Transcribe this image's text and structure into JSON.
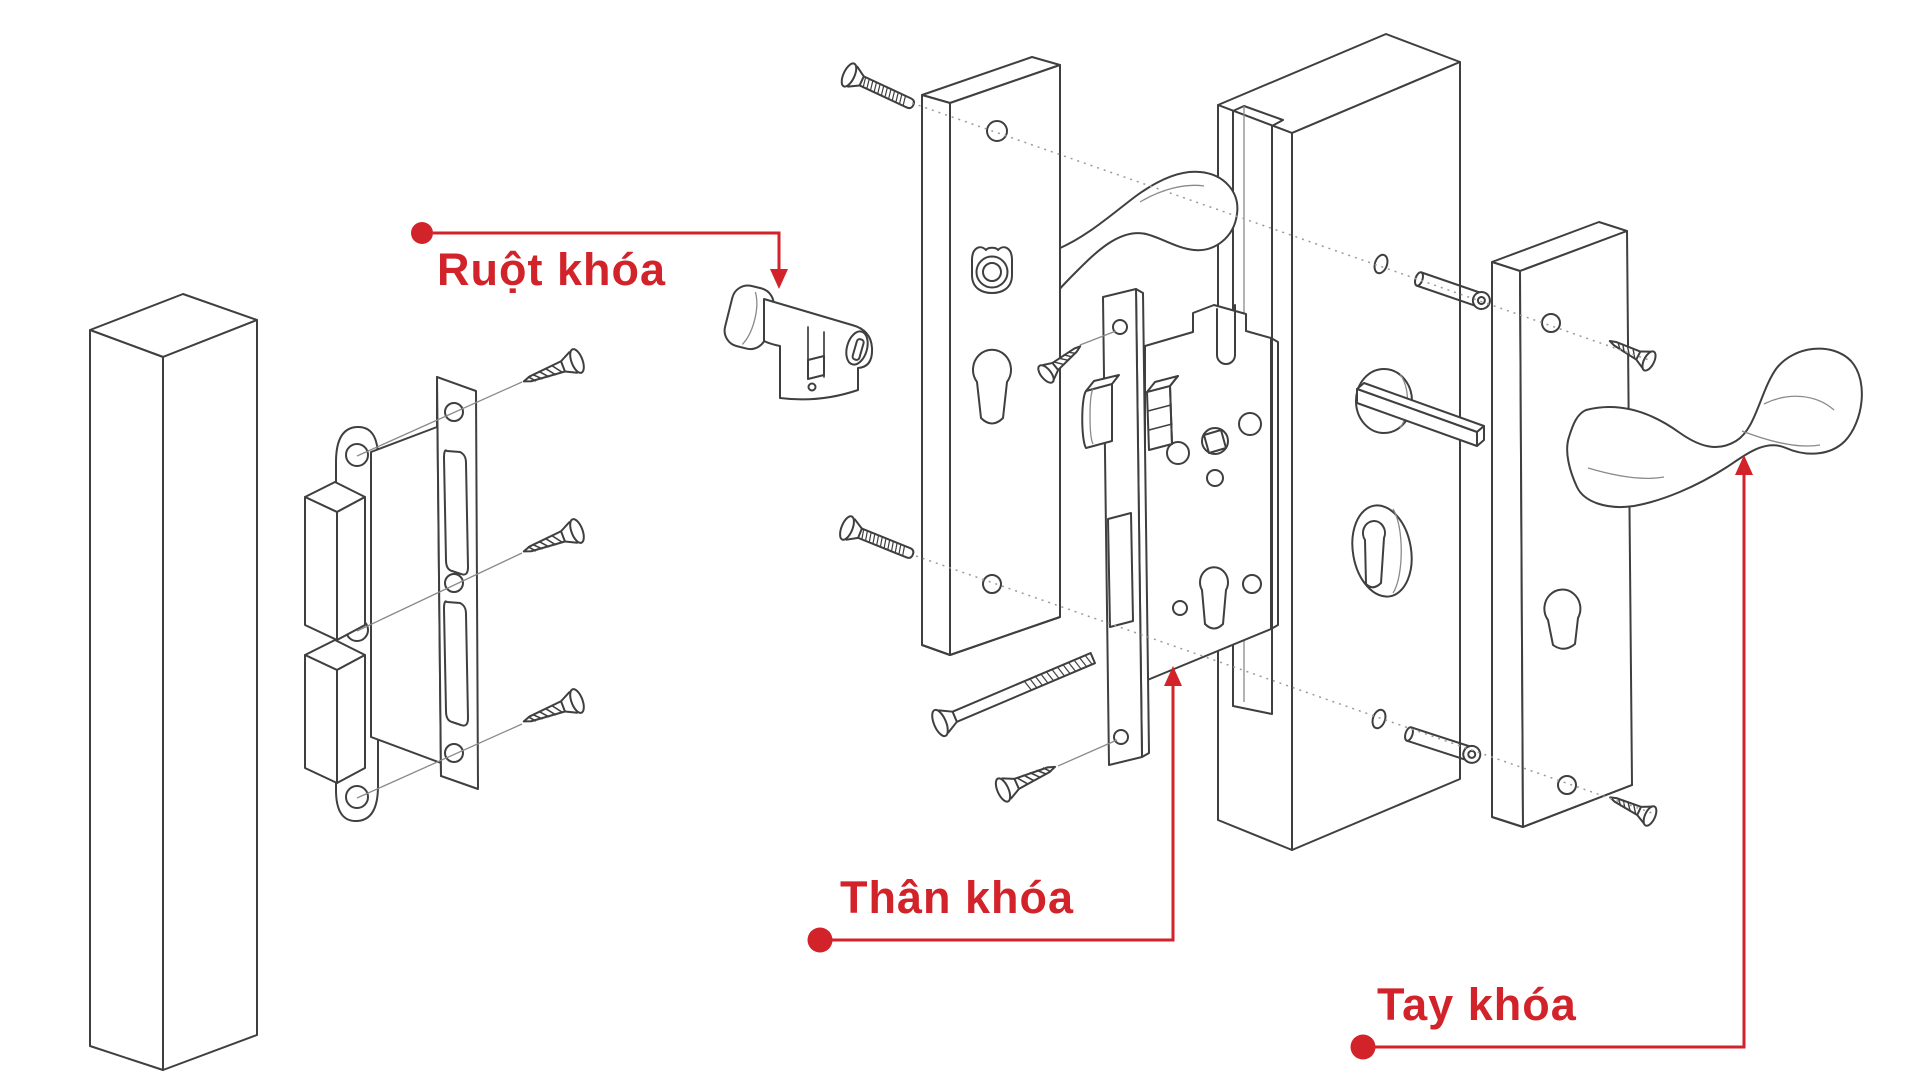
{
  "diagram": {
    "type": "exploded-assembly-diagram",
    "subject": "door mortise lock set",
    "labels": [
      {
        "id": "ruot",
        "text": "Ruột khóa",
        "target": "lock-cylinder"
      },
      {
        "id": "than",
        "text": "Thân khóa",
        "target": "lock-body"
      },
      {
        "id": "tay",
        "text": "Tay khóa",
        "target": "door-handle"
      }
    ],
    "colors": {
      "accent": "#d2232a",
      "line": "#3f3f3f",
      "background": "#ffffff"
    }
  }
}
